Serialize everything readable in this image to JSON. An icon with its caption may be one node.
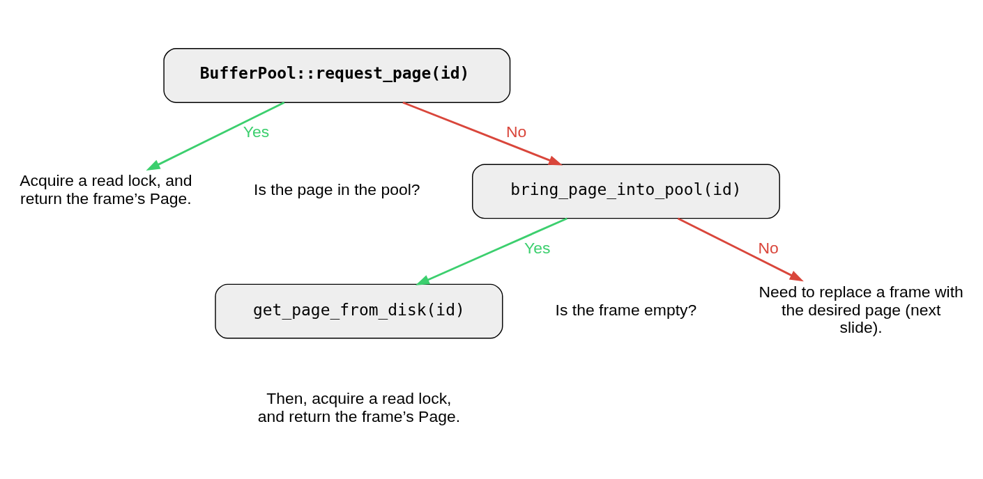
{
  "diagram": {
    "nodes": [
      {
        "text": [
          "BufferPool::request_page(id)"
        ]
      },
      {
        "text": [
          "Acquire a read lock, and return the frame’s Page."
        ]
      },
      {
        "text": [
          "bring_page_into_pool(id)"
        ]
      },
      {
        "text": [
          "get_page_from_disk(id)"
        ],
        "beside": [
          "Then, acquire a read lock, and return the frame’s Page."
        ]
      },
      {
        "text": [
          "Need to replace a frame with the desired page (next slide)."
        ]
      }
    ],
    "edges": [
      {
        "from": 0,
        "to": 1,
        "arrow": "to",
        "label": "Yes",
        "color": "#3ccf6e"
      },
      {
        "from": 0,
        "to": 2,
        "arrow": "to",
        "label": "No",
        "color": "#d9463b"
      },
      {
        "from": 2,
        "to": 3,
        "arrow": "to",
        "label": "Yes",
        "color": "#3ccf6e"
      },
      {
        "from": 2,
        "to": 4,
        "arrow": "to",
        "label": "No",
        "color": "#d9463b"
      }
    ],
    "labels": [
      "Is the page in the pool?",
      "Is the frame empty?"
    ]
  }
}
